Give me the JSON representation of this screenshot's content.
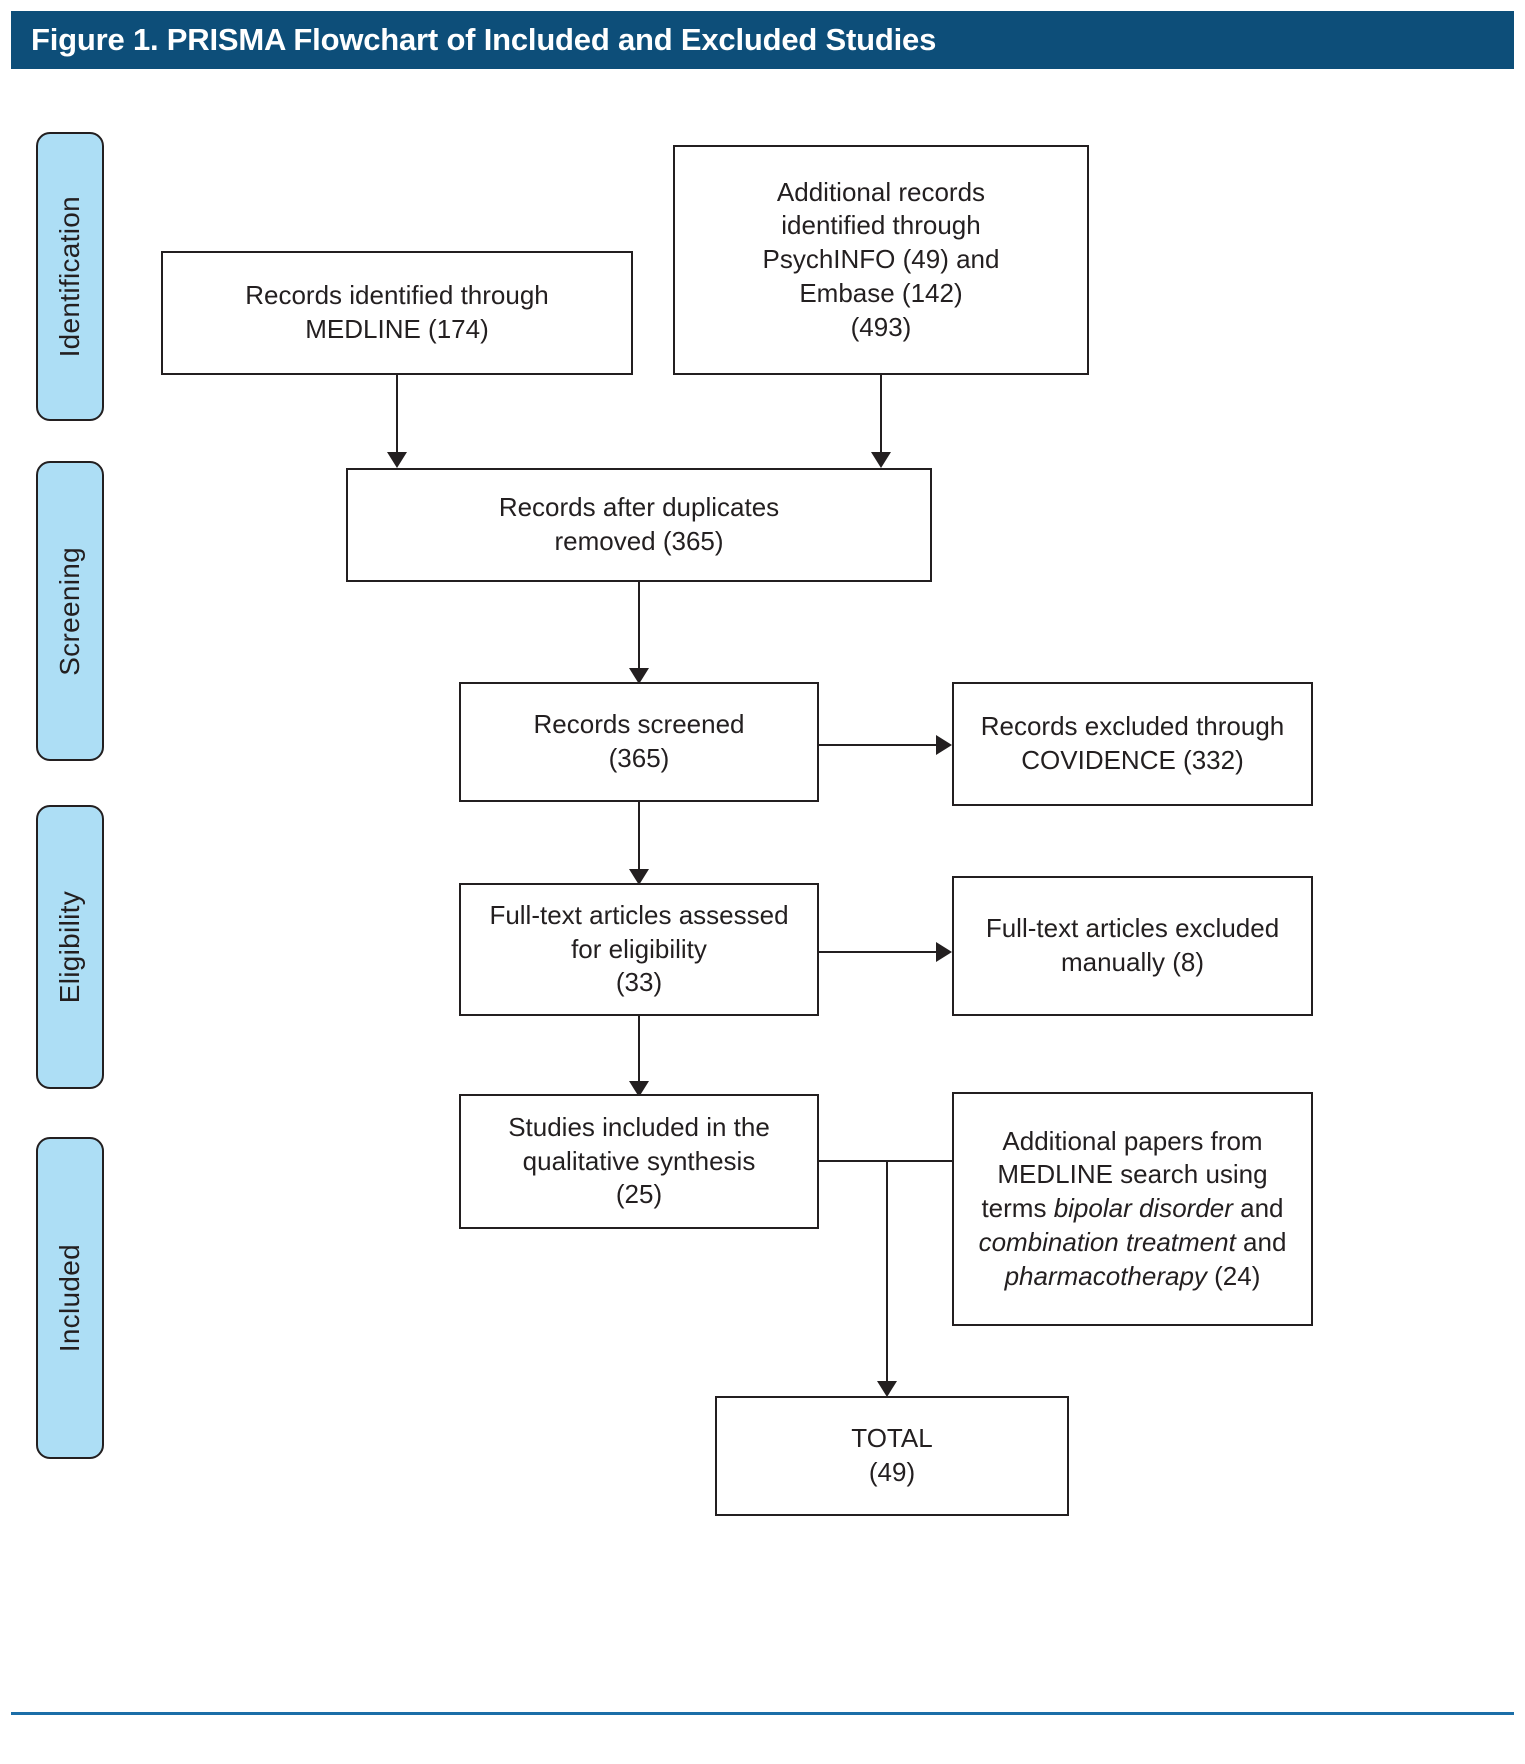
{
  "header": {
    "title": "Figure 1. PRISMA Flowchart of Included and Excluded Studies",
    "background_color": "#0d4e79",
    "text_color": "#ffffff"
  },
  "theme": {
    "stage_fill": "#addef5",
    "stage_border": "#231f20",
    "box_border": "#231f20",
    "box_fill": "#ffffff",
    "footer_rule_color": "#1b6ea8"
  },
  "stages": [
    {
      "id": "identification",
      "label": "Identification"
    },
    {
      "id": "screening",
      "label": "Screening"
    },
    {
      "id": "eligibility",
      "label": "Eligibility"
    },
    {
      "id": "included",
      "label": "Included"
    }
  ],
  "nodes": {
    "medline": {
      "line1": "Records identified through",
      "line2": "MEDLINE (174)",
      "count": 174
    },
    "additional_records": {
      "line1": "Additional records",
      "line2": "identified through",
      "line3": "PsychINFO (49) and",
      "line4": "Embase (142)",
      "line5": "(493)",
      "psychinfo_count": 49,
      "embase_count": 142,
      "total": 493
    },
    "after_duplicates": {
      "line1": "Records after duplicates",
      "line2": "removed (365)",
      "count": 365
    },
    "records_screened": {
      "line1": "Records screened",
      "line2": "(365)",
      "count": 365
    },
    "records_excluded": {
      "line1": "Records excluded through",
      "line2": "COVIDENCE (332)",
      "count": 332
    },
    "fulltext_assessed": {
      "line1": "Full-text articles assessed",
      "line2": "for eligibility",
      "line3": "(33)",
      "count": 33
    },
    "fulltext_excluded": {
      "line1": "Full-text articles excluded",
      "line2": "manually (8)",
      "count": 8
    },
    "studies_included": {
      "line1": "Studies included in the",
      "line2": "qualitative synthesis",
      "line3": "(25)",
      "count": 25
    },
    "additional_papers": {
      "line1": "Additional papers from",
      "line2": "MEDLINE search using",
      "line3_prefix": "terms ",
      "line3_italic": "bipolar disorder",
      "line3_suffix": " and",
      "line4_italic": "combination treatment",
      "line4_suffix": " and",
      "line5_italic": "pharmacotherapy",
      "line5_suffix": " (24)",
      "count": 24
    },
    "total": {
      "line1": "TOTAL",
      "line2": "(49)",
      "count": 49
    }
  }
}
